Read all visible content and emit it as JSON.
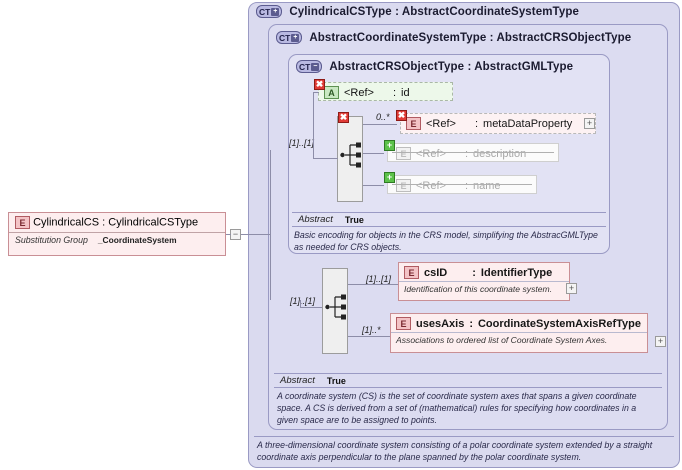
{
  "diagram": {
    "title": "CylindricalCS XML Schema diagram",
    "panels": [
      {
        "badge": "CT",
        "toggle": "+",
        "label": "CylindricalCSType : AbstractCoordinateSystemType"
      },
      {
        "badge": "CT",
        "toggle": "+",
        "label": "AbstractCoordinateSystemType : AbstractCRSObjectType"
      },
      {
        "badge": "CT",
        "toggle": "−",
        "label": "AbstractCRSObjectType : AbstractGMLType"
      }
    ],
    "root_element": {
      "icon": "E",
      "name": "CylindricalCS",
      "separator": ":",
      "type": "CylindricalCSType",
      "substitution_group_label": "Substitution Group",
      "substitution_group_value": "_CoordinateSystem",
      "collapse_toggle": "−"
    },
    "crs_object_members": [
      {
        "icon": "A",
        "kind": "attribute",
        "ref": "<Ref>",
        "separator": ":",
        "name": "id",
        "badge": "x",
        "state": "active"
      },
      {
        "icon": "E",
        "kind": "element",
        "ref": "<Ref>",
        "separator": ":",
        "name": "metaDataProperty",
        "cardinality": "0..*",
        "badge": "x",
        "expand": "+",
        "state": "active"
      },
      {
        "icon": "E",
        "kind": "element",
        "ref": "<Ref>",
        "separator": ":",
        "name": "description",
        "badge": "+",
        "state": "removed"
      },
      {
        "icon": "E",
        "kind": "element",
        "ref": "<Ref>",
        "separator": ":",
        "name": "name",
        "badge": "+",
        "state": "removed"
      }
    ],
    "crs_sequence_cardinality": "[1]..[1]",
    "crs_abstract": {
      "label": "Abstract",
      "value": "True"
    },
    "crs_documentation": "Basic encoding for objects in the CRS model, simplifying the AbstracGMLType as needed for CRS objects.",
    "coordinate_system_members": [
      {
        "icon": "E",
        "kind": "element",
        "name": "csID",
        "separator": ":",
        "type": "IdentifierType",
        "cardinality": "[1]..[1]",
        "documentation": "Identification of this coordinate system.",
        "expand": "+"
      },
      {
        "icon": "E",
        "kind": "element",
        "name": "usesAxis",
        "separator": ":",
        "type": "CoordinateSystemAxisRefType",
        "cardinality": "[1]..*",
        "documentation": "Associations to ordered list of Coordinate System Axes.",
        "expand": "+"
      }
    ],
    "cs_sequence_cardinality": "[1]..[1]",
    "cs_abstract": {
      "label": "Abstract",
      "value": "True"
    },
    "cs_documentation": "A coordinate system (CS) is the set of coordinate system axes that spans a given coordinate space. A CS is derived from a set of (mathematical) rules for specifying how coordinates in a given space are to be assigned to points.",
    "type_documentation": "A three-dimensional coordinate system consisting of a polar coordinate system extended by a straight coordinate axis perpendicular to the plane spanned by the polar coordinate system.",
    "colors": {
      "panel_fill": "#dadaef",
      "panel_border": "#9a9ac4",
      "element_fill": "#fdeeef",
      "element_border": "#c98f95",
      "attribute_fill": "#edf8ea",
      "badge_remove": "#e03b36",
      "badge_add": "#5cc24a"
    }
  }
}
